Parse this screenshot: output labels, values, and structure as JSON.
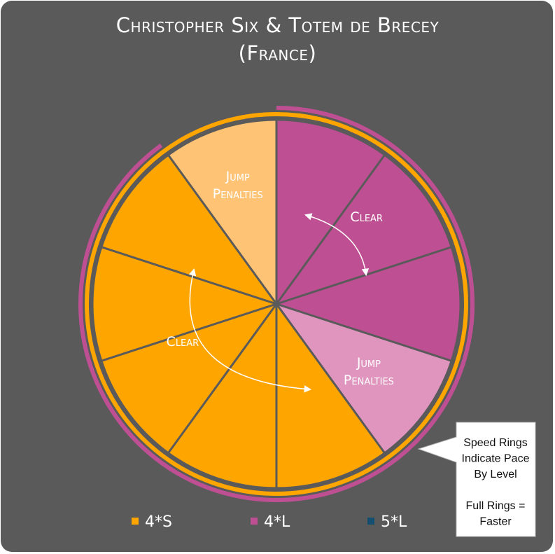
{
  "title": {
    "line1": "Christopher Six & Totem de Brecey",
    "line2": "(France)"
  },
  "chart_data": {
    "type": "pie",
    "segments_total": 10,
    "slices": [
      {
        "label": "Clear",
        "count": 3,
        "color": "#bf4f93"
      },
      {
        "label": "Jump Penalties",
        "count": 1,
        "color": "#e095bf"
      },
      {
        "label": "Clear",
        "count": 5,
        "color": "#ffa500"
      },
      {
        "label": "Jump Penalties",
        "count": 1,
        "color": "#ffc375"
      }
    ],
    "speed_rings": [
      {
        "level": "4*S",
        "color": "#ffa500",
        "fraction": 1.0
      },
      {
        "level": "4*L",
        "color": "#bf4f93",
        "fraction": 0.9
      }
    ],
    "legend": [
      {
        "label": "4*S",
        "color": "#ffa500"
      },
      {
        "label": "4*L",
        "color": "#bf4f93"
      },
      {
        "label": "5*L",
        "color": "#164e70"
      }
    ],
    "callout": [
      "Speed Rings",
      "Indicate Pace",
      "By Level",
      "",
      "Full Rings =",
      "Faster"
    ]
  },
  "colors": {
    "background": "#5a5a5a",
    "divider": "#5a5a5a"
  }
}
